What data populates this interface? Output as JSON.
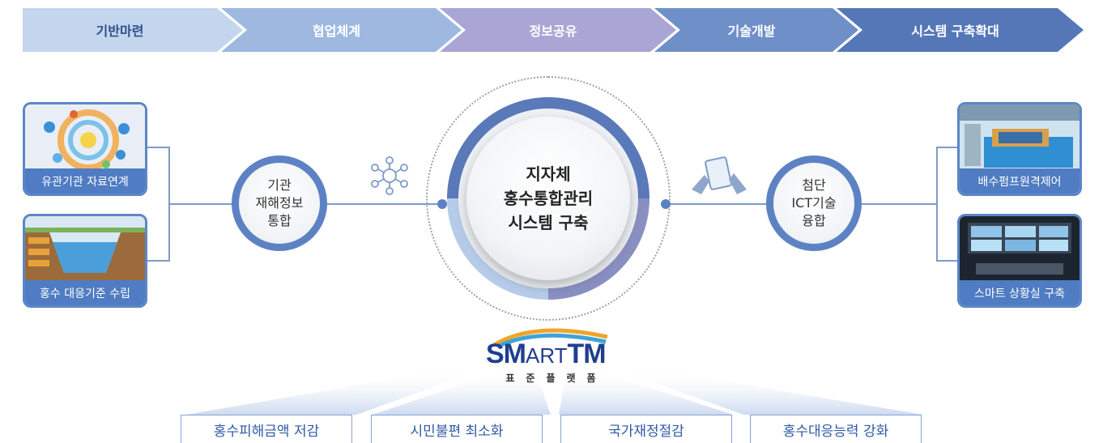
{
  "steps": [
    {
      "label": "기반마련",
      "bg": "#c4d6ee",
      "fg": "#2f4f8a"
    },
    {
      "label": "협업체계",
      "bg": "#9eb8e0",
      "fg": "#ffffff"
    },
    {
      "label": "정보공유",
      "bg": "#a9a6d6",
      "fg": "#ffffff"
    },
    {
      "label": "기술개발",
      "bg": "#6f8fc9",
      "fg": "#ffffff"
    },
    {
      "label": "시스템 구축확대",
      "bg": "#5577b8",
      "fg": "#ffffff"
    }
  ],
  "left": {
    "thumbs": [
      {
        "caption": "유관기관 자료연계",
        "icon": "network-diagram-image"
      },
      {
        "caption": "홍수 대응기준 수립",
        "icon": "river-cross-section-image"
      }
    ],
    "node": {
      "line1": "기관",
      "line2": "재해정보",
      "line3": "통합"
    },
    "connector_icon": "hub-network-icon"
  },
  "center": {
    "line1": "지자체",
    "line2": "홍수통합관리",
    "line3": "시스템 구축"
  },
  "right": {
    "thumbs": [
      {
        "caption": "배수펌프원격제어",
        "icon": "pump-station-image"
      },
      {
        "caption": "스마트 상황실 구축",
        "icon": "control-room-image"
      }
    ],
    "node": {
      "line1": "첨단",
      "line2": "ICT기술",
      "line3": "융합"
    },
    "connector_icon": "tablet-hands-icon"
  },
  "logo": {
    "brand_sm": "SM",
    "brand_art": "ART",
    "brand_tm": "TM",
    "subtitle": "표준플랫폼"
  },
  "effects": [
    "홍수피해금액 저감",
    "시민불편 최소화",
    "국가재정절감",
    "홍수대응능력 강화"
  ],
  "colors": {
    "accent": "#5d82c4",
    "caption_bg": "#4f7cc2",
    "effect_text": "#2f5aa6"
  }
}
